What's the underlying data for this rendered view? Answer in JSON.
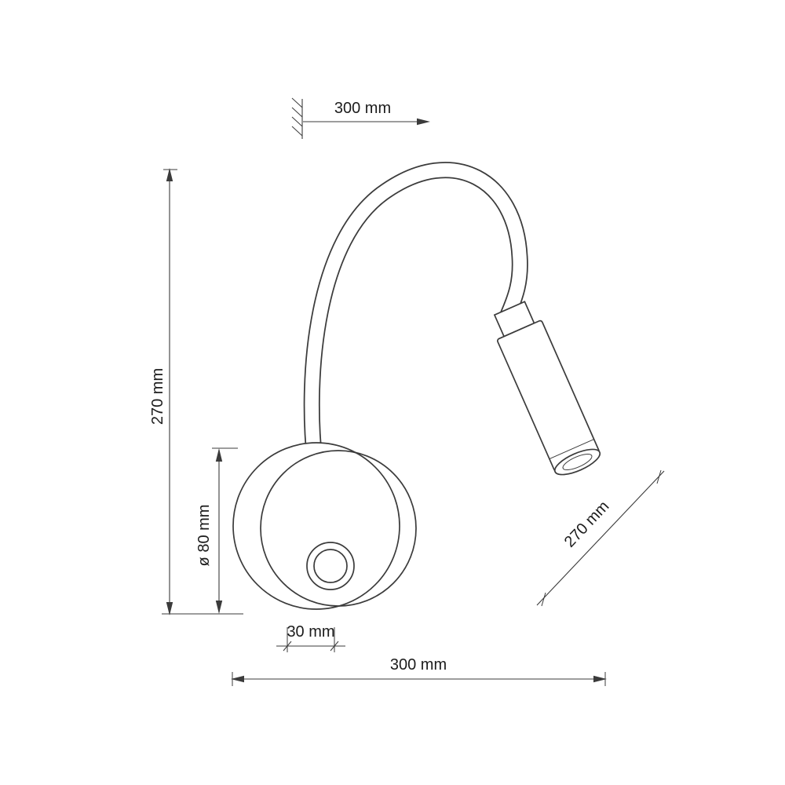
{
  "figure": {
    "type": "technical-drawing",
    "labels": {
      "top_width": "300 mm",
      "height": "270 mm",
      "base_diameter": "ø 80 mm",
      "base_depth": "30 mm",
      "bottom_width": "300 mm",
      "arm_length": "270 mm"
    },
    "colors": {
      "line": "#3b3b3b",
      "background": "#ffffff"
    }
  }
}
